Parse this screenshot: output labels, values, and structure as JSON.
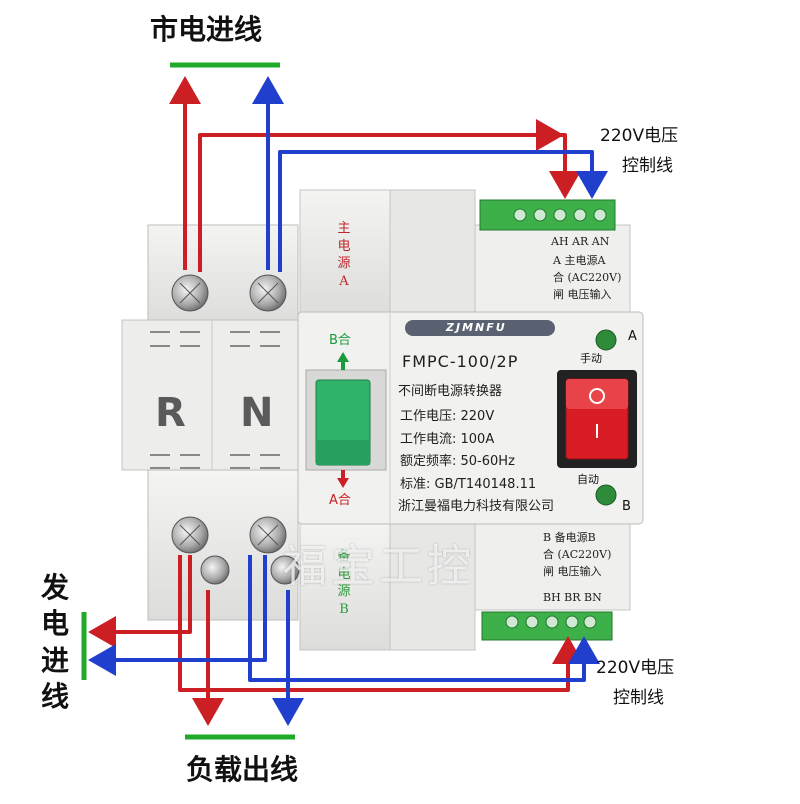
{
  "labels": {
    "mains_in": "市电进线",
    "generator_in": "发电进线",
    "load_out": "负载出线",
    "control_top_1": "220V电压",
    "control_top_2": "控制线",
    "control_bottom_1": "220V电压",
    "control_bottom_2": "控制线"
  },
  "device": {
    "logo": "ZJMNFU",
    "model": "FMPC-100/2P",
    "product_name": "不间断电源转换器",
    "spec_voltage": "工作电压: 220V",
    "spec_current": "工作电流: 100A",
    "spec_frequency": "额定频率: 50-60Hz",
    "standard": "标准: GB/T140148.11",
    "manufacturer": "浙江曼福电力科技有限公司",
    "pole_r": "R",
    "pole_n": "N",
    "main_source_vertical": "主电源A",
    "backup_source_vertical": "备电源B",
    "lever_top": "B合",
    "lever_bottom": "A合",
    "manual": "手动",
    "auto": "自动",
    "led_a": "A",
    "led_b": "B",
    "terminal_a": {
      "pins": "AH  AR  AN",
      "line1": "A   主电源A",
      "line2": "合   (AC220V)",
      "line3": "闸   电压输入"
    },
    "terminal_b": {
      "line1": "B   备电源B",
      "line2": "合   (AC220V)",
      "line3": "闸   电压输入",
      "pins": "BH  BR  BN"
    }
  },
  "watermark": "福宝工控",
  "colors": {
    "live_wire": "#cc1f24",
    "neutral_wire": "#1f3fcc",
    "bar": "#1faa2a",
    "housing": "#e9e9e7",
    "switch_green": "#2fb36a",
    "rocker_red": "#d81d24"
  }
}
